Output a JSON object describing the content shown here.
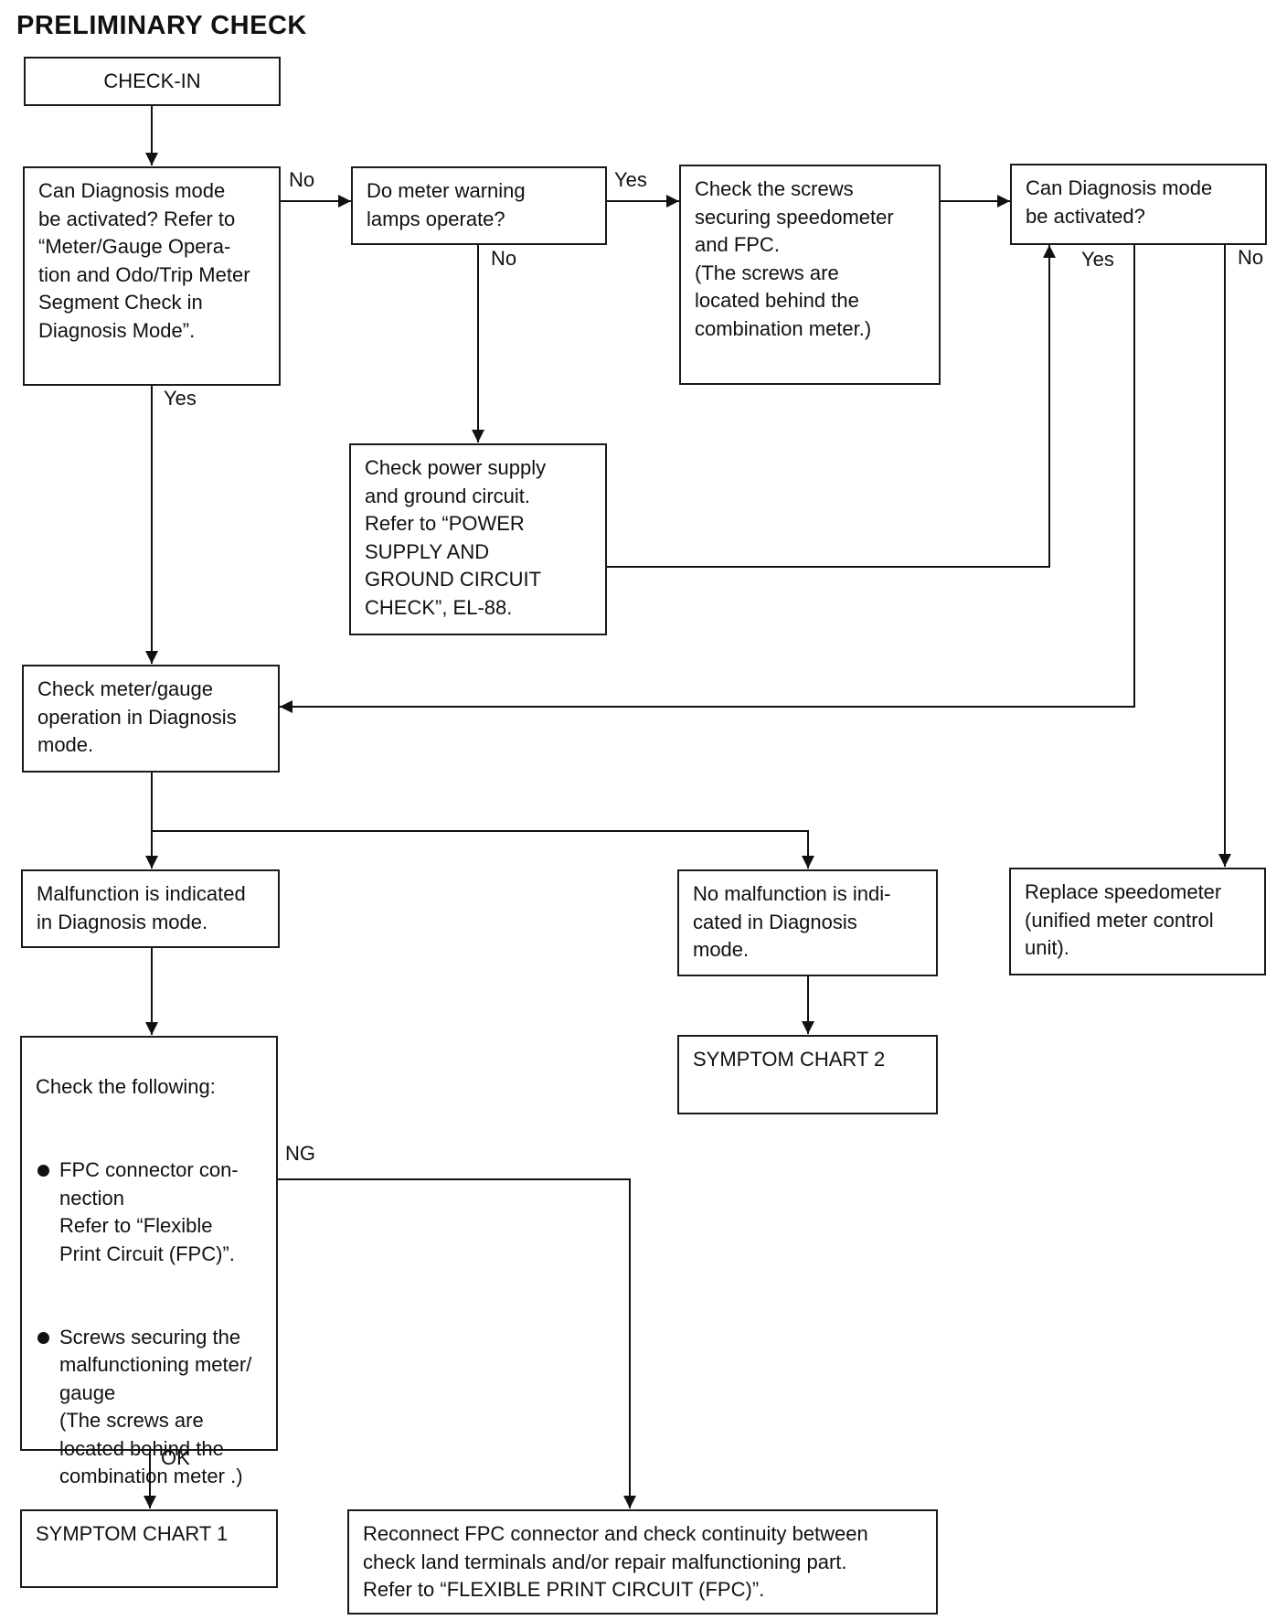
{
  "title": "PRELIMINARY CHECK",
  "boxes": {
    "check_in": "CHECK-IN",
    "can_diag_refer": "Can Diagnosis mode\nbe activated? Refer to\n“Meter/Gauge Opera-\ntion and Odo/Trip Meter\nSegment Check in\nDiagnosis Mode”.",
    "meter_warning": "Do meter warning\nlamps operate?",
    "check_screws": "Check the screws\nsecuring speedometer\nand FPC.\n(The screws are\nlocated behind the\ncombination meter.)",
    "can_diag": "Can Diagnosis mode\nbe activated?",
    "power_supply": "Check power supply\nand ground circuit.\nRefer to “POWER\nSUPPLY AND\nGROUND CIRCUIT\nCHECK”, EL-88.",
    "meter_gauge_op": "Check meter/gauge\noperation in Diagnosis\nmode.",
    "malfunction": "Malfunction is indicated\nin Diagnosis mode.",
    "no_malfunction": "No malfunction is indi-\ncated in Diagnosis\nmode.",
    "replace_speedo": "Replace speedometer\n(unified meter control\nunit).",
    "symptom_chart_2": "SYMPTOM CHART 2",
    "check_following_head": "Check the following:",
    "check_following_items": [
      "FPC connector con-\nnection\nRefer to “Flexible\nPrint Circuit (FPC)”.",
      "Screws securing the\nmalfunctioning meter/\ngauge\n(The screws are\nlocated behind the\ncombination meter .)"
    ],
    "symptom_chart_1": "SYMPTOM CHART 1",
    "reconnect_fpc": "Reconnect FPC connector and check continuity between\ncheck land terminals and/or repair malfunctioning part.\nRefer to “FLEXIBLE PRINT CIRCUIT (FPC)”."
  },
  "labels": {
    "no_1": "No",
    "yes_1": "Yes",
    "no_2": "No",
    "yes_2": "Yes",
    "no_3": "No",
    "yes_3": "Yes",
    "ng": "NG",
    "ok": "OK"
  }
}
